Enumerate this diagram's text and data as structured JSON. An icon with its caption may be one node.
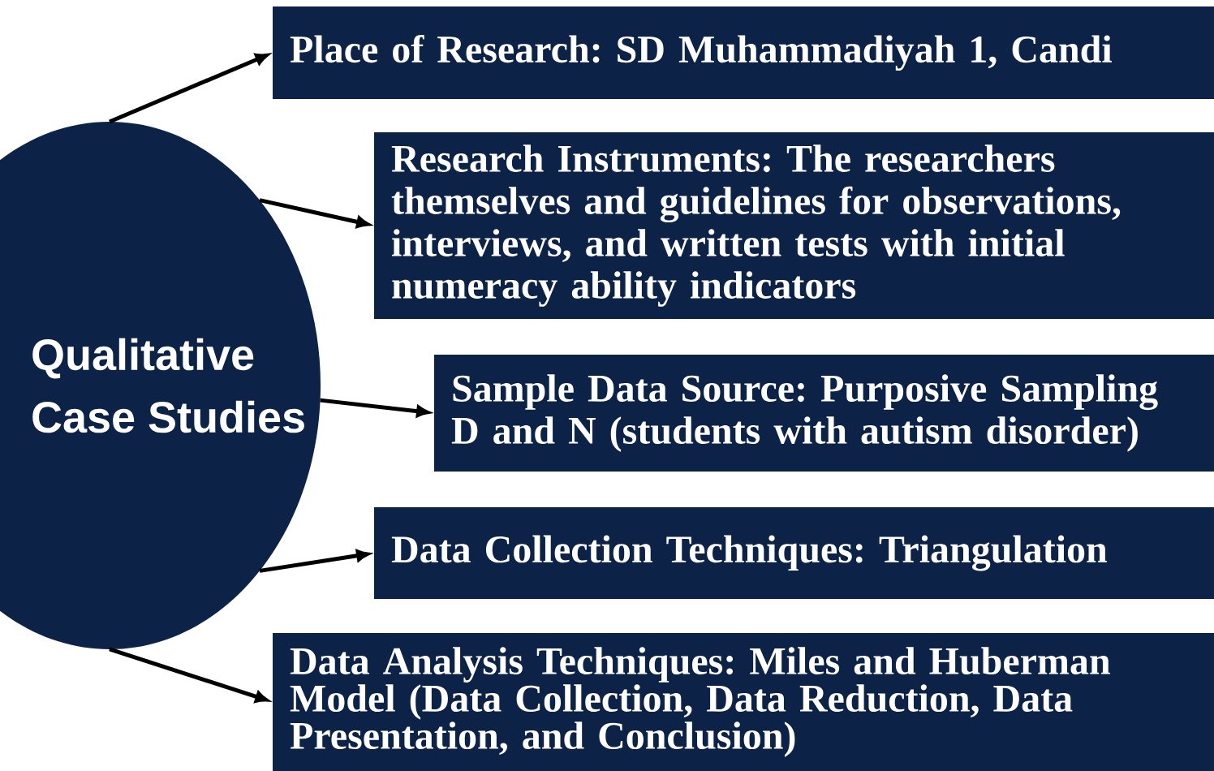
{
  "diagram": {
    "nodes": [
      {
        "text": [
          "Qualitative Case Studies"
        ]
      },
      {
        "text": [
          "Place of Research: SD Muhammadiyah 1, Candi"
        ]
      },
      {
        "text": [
          "Research Instruments: The researchers themselves and guidelines for observations, interviews, and written tests with initial numeracy ability indicators"
        ]
      },
      {
        "text": [
          "Sample Data Source: Purposive Sampling D and N (students with autism disorder)"
        ]
      },
      {
        "text": [
          "Data Collection Techniques: Triangulation"
        ]
      },
      {
        "text": [
          "Data Analysis Techniques: Miles and Huberman Model (Data Collection, Data Reduction, Data Presentation, and Conclusion)"
        ]
      }
    ],
    "edges": [
      {
        "from": 0,
        "to": 1,
        "arrow": "to"
      },
      {
        "from": 0,
        "to": 2,
        "arrow": "to"
      },
      {
        "from": 0,
        "to": 3,
        "arrow": "to"
      },
      {
        "from": 0,
        "to": 4,
        "arrow": "to"
      },
      {
        "from": 0,
        "to": 5,
        "arrow": "to"
      }
    ]
  }
}
